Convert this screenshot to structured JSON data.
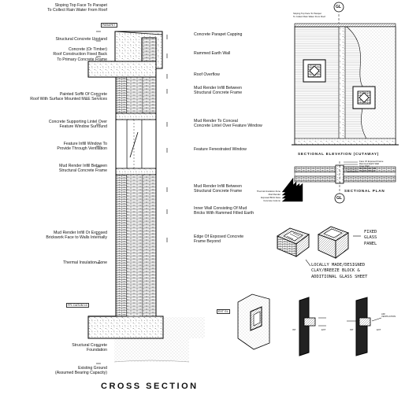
{
  "title": "CROSS SECTION",
  "labels_left": [
    "Sloping Top Face To Parapet\nTo Collect Rain Water From Roof",
    "Structural Concrete Upstand",
    "Concrete (Or Timber)\nRoof Construction Fixed Back\nTo Primary Concrete Frame",
    "Painted Soffit Of Concrete\nRoof With Surface Mounted M&E Services",
    "Concrete Supporting Lintel Over\nFeature Window Surround",
    "Feature Infill Window To\nProvide Through Ventilation",
    "Mud Render Infill Between\nStructural Concrete Frame",
    "Mud Render Infill Or Exposed\nBrickwork Face to Walls Internally",
    "Thermal Insulation Zone",
    "Structural Concrete\nFoundation",
    "Existing Ground\n(Assumed Bearing Capacity)"
  ],
  "labels_right": [
    "Concrete Parapet Capping",
    "Rammed Earth Wall",
    "Roof Overflow",
    "Mud Render Infill Between\nStructural Concrete Frame",
    "Mud Render To Conceal\nConcrete Lintel Over Feature Window",
    "Feature Fenestrated Window",
    "Mud Render Infill Between\nStructural Concrete Frame",
    "Inner Wall Consisting Of Mud\nBricks With Rammed Filled Earth",
    "Edge Of Exposed Concrete\nFrame Beyond"
  ],
  "tags": {
    "parapet": "PARAPET",
    "ffl": "FFL DATUM ±0",
    "ext": "EXT GL"
  },
  "elevation": {
    "caption": "SECTIONAL ELEVATION (CUTAWAY)",
    "gridline": "GL",
    "notes": [
      "Sloping Top Face To Parapet",
      "To Collect Rain Water From Roof"
    ]
  },
  "plan": {
    "caption": "SECTIONAL PLAN",
    "gridline": "GL",
    "notes_right": [
      "Face Of Exposed Frame",
      "Rammed Earth Wall",
      "Inner Wall",
      "Mud Render Infill",
      "Feature Window"
    ],
    "notes_left": [
      "Thermal Insulation Zone",
      "Mud Render",
      "Exposed Brick Face",
      "Concrete Column"
    ]
  },
  "sketch": {
    "note_top": "FIXED\nGLASS\nPANEL",
    "note_bottom": "LOCALLY MADE/DESIGNED\nCLAY/BREEZE BLOCK &\nADDITIONAL GLASS SHEET",
    "int_left": "INT",
    "ext_left": "EXT",
    "int_right": "INT",
    "ext_right": "EXT",
    "air_note": "AIR\nVENTILATION"
  }
}
